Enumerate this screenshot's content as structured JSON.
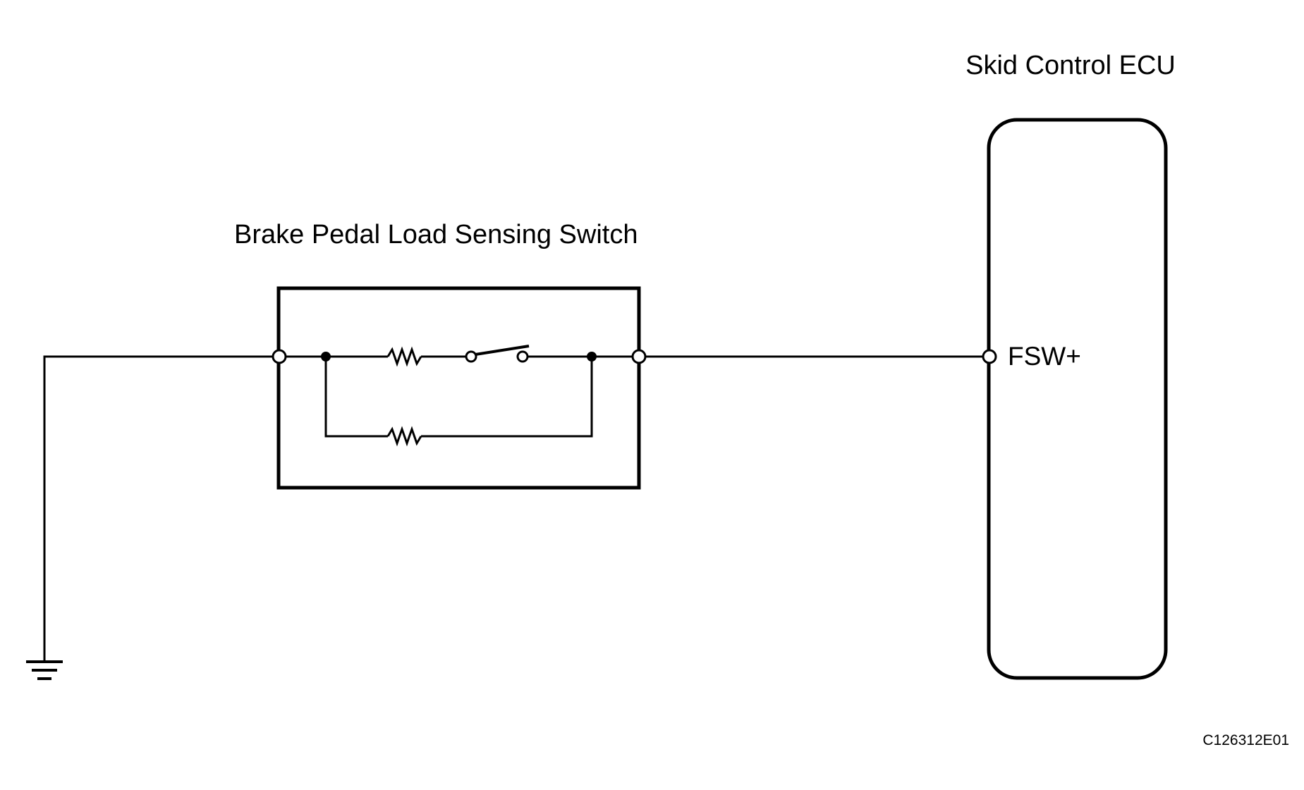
{
  "ecu": {
    "title": "Skid Control ECU",
    "terminal": "FSW+"
  },
  "switch": {
    "title": "Brake Pedal Load Sensing Switch"
  },
  "figure_code": "C126312E01",
  "colors": {
    "line": "#000000",
    "background": "#ffffff"
  }
}
